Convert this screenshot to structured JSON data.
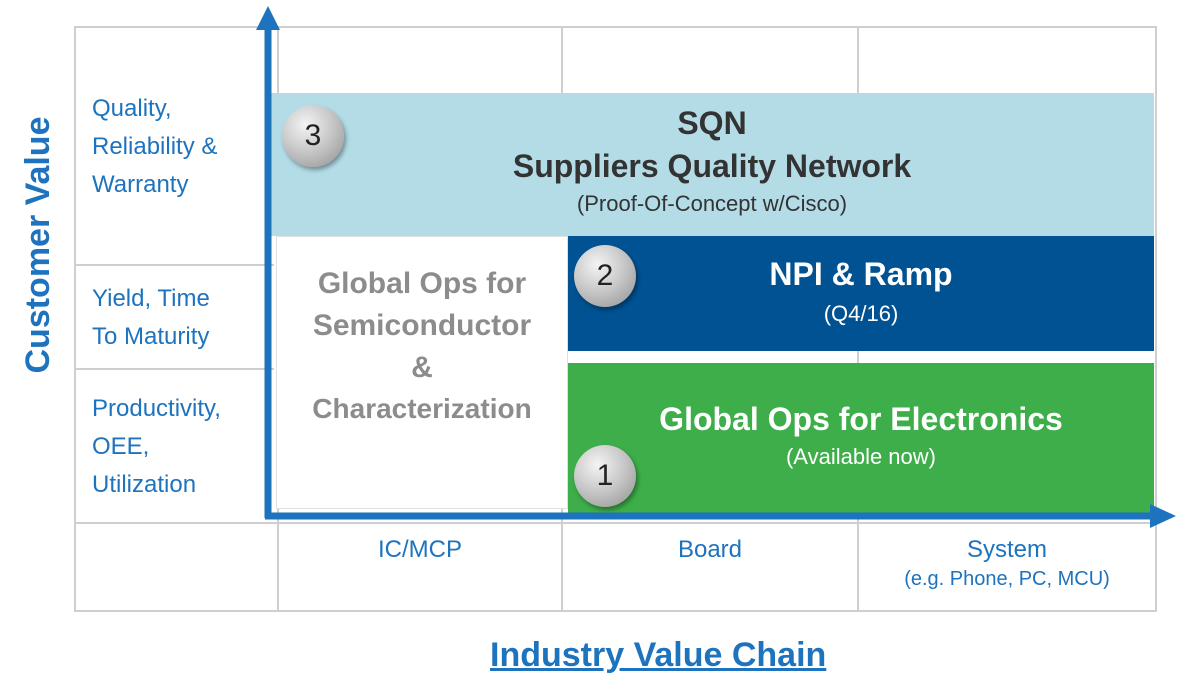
{
  "axes": {
    "y_title": "Customer Value",
    "x_title": "Industry Value Chain"
  },
  "rows": [
    {
      "label": "Quality,\nReliability &\nWarranty"
    },
    {
      "label": "Yield, Time\nTo Maturity"
    },
    {
      "label": "Productivity,\nOEE,\nUtilization"
    }
  ],
  "columns": [
    {
      "label": "IC/MCP",
      "sub": ""
    },
    {
      "label": "Board",
      "sub": ""
    },
    {
      "label": "System",
      "sub": "(e.g. Phone, PC, MCU)"
    }
  ],
  "boxes": {
    "sqn": {
      "line1": "SQN",
      "line2": "Suppliers Quality Network",
      "line3": "(Proof-Of-Concept w/Cisco)",
      "color": "#b3dce7"
    },
    "npi": {
      "line1": "NPI & Ramp",
      "line2": "(Q4/16)",
      "color": "#005293"
    },
    "electronics": {
      "line1": "Global Ops for Electronics",
      "line2": "(Available now)",
      "color": "#3dae49"
    },
    "semiconductor": {
      "line1": "Global Ops for",
      "line2": "Semiconductor",
      "line3": "&",
      "line4": "Characterization"
    }
  },
  "markers": {
    "sqn": "3",
    "npi": "2",
    "electronics": "1"
  },
  "colors": {
    "accent": "#1e73be",
    "grid": "#cfcfcf"
  }
}
